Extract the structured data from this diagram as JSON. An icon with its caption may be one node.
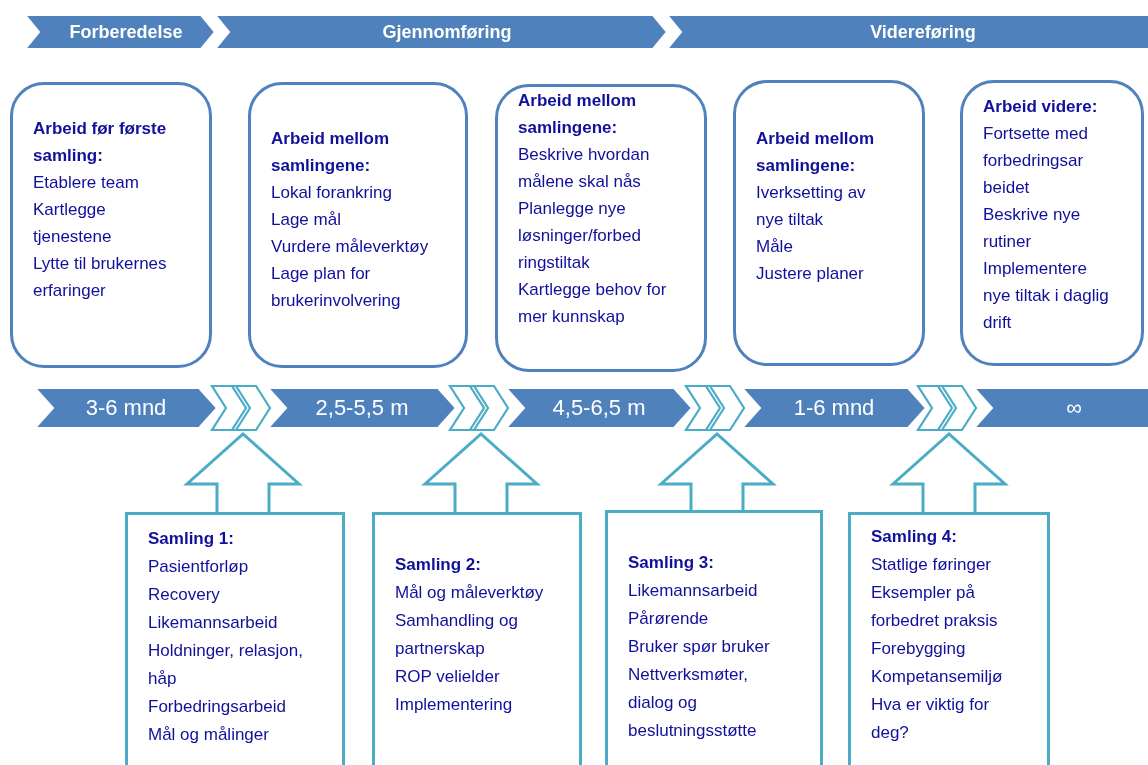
{
  "diagram": {
    "nodes": [
      {
        "text": [
          "Forberedelse"
        ]
      },
      {
        "text": [
          "Gjennomføring"
        ]
      },
      {
        "text": [
          "Videreføring"
        ]
      },
      {
        "text": [
          "Arbeid før første samling:",
          "Etablere team",
          "Kartlegge tjenestene",
          "Lytte til brukernes erfaringer"
        ]
      },
      {
        "text": [
          "Arbeid mellom samlingene:",
          "Lokal forankring",
          "Lage mål",
          "Vurdere måleverktøy",
          "Lage plan for brukerinvolvering"
        ]
      },
      {
        "text": [
          "Arbeid mellom samlingene:",
          "Beskrive hvordan målene skal nås",
          "Planlegge nye løsninger/forbed ringstiltak",
          "Kartlegge behov for mer kunnskap"
        ]
      },
      {
        "text": [
          "Arbeid mellom samlingene:",
          "Iverksetting av nye tiltak",
          "Måle",
          "Justere planer"
        ]
      },
      {
        "text": [
          "Arbeid videre:",
          "Fortsette med forbedringsar beidet",
          "Beskrive nye rutiner",
          "Implementere nye tiltak i daglig drift"
        ]
      },
      {
        "text": [
          "3-6 mnd"
        ]
      },
      {
        "text": [],
        "shape": "chevron"
      },
      {
        "text": [
          "2,5-5,5 m"
        ]
      },
      {
        "text": [],
        "shape": "chevron"
      },
      {
        "text": [
          "4,5-6,5 m"
        ]
      },
      {
        "text": [],
        "shape": "chevron"
      },
      {
        "text": [
          "1-6 mnd"
        ]
      },
      {
        "text": [],
        "shape": "chevron"
      },
      {
        "text": [
          "∞"
        ]
      },
      {
        "text": [
          "Samling 1:",
          "Pasientforløp",
          "Recovery",
          "Likemannsarbeid",
          "Holdninger, relasjon, håp",
          "Forbedringsarbeid",
          "Mål og målinger"
        ]
      },
      {
        "text": [
          "Samling 2:",
          "Mål og måleverktøy",
          "Samhandling og partnerskap",
          "ROP velielder",
          "Implementering"
        ]
      },
      {
        "text": [
          "Samling 3:",
          "Likemannsarbeid",
          "Pårørende",
          "Bruker spør bruker",
          "Nettverksmøter, dialog og beslutningsstøtte"
        ]
      },
      {
        "text": [
          "Samling 4:",
          "Statlige føringer",
          "Eksempler på forbedret praksis",
          "Forebygging",
          "Kompetansemiljø",
          "Hva er viktig for deg?"
        ]
      }
    ],
    "edges": [
      {
        "from": 17,
        "to": 9,
        "arrow": "to"
      },
      {
        "from": 18,
        "to": 11,
        "arrow": "to"
      },
      {
        "from": 19,
        "to": 13,
        "arrow": "to"
      },
      {
        "from": 20,
        "to": 15,
        "arrow": "to"
      }
    ]
  }
}
